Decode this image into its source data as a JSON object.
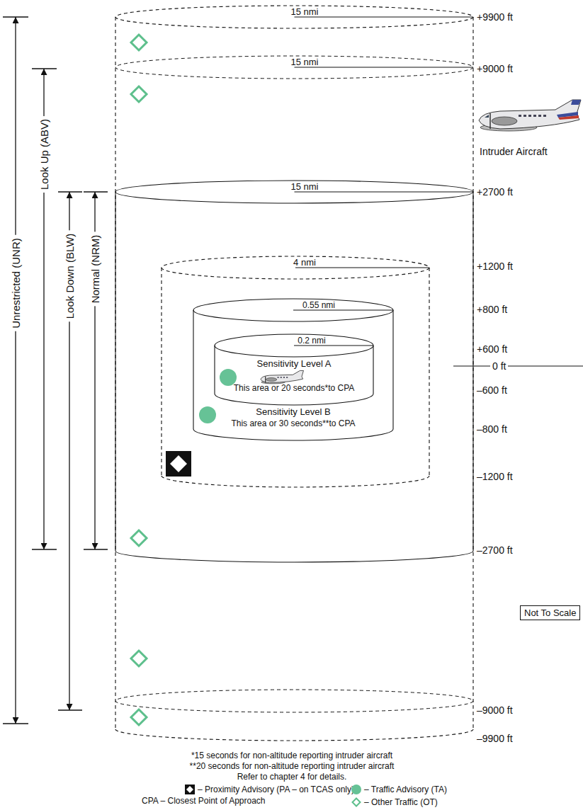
{
  "diagram": {
    "nodes": [
      {
        "text": [
          "15 nmi"
        ]
      },
      {
        "text": [
          "15 nmi"
        ],
        "in": 0
      },
      {
        "text": [
          "4 nmi"
        ],
        "in": 1
      },
      {
        "text": [
          "0.55 nmi",
          "Sensitivity Level B",
          "This area or 30 seconds**to CPA"
        ],
        "in": 2
      },
      {
        "text": [
          "0.2 nmi",
          "Sensitivity Level A",
          "This area or 20 seconds*to CPA"
        ],
        "in": 3
      }
    ],
    "labels": [
      "Unrestricted (UNR)",
      "Look Up (ABV)",
      "Look Down (BLW)",
      "Normal (NRM)",
      "+9900 ft",
      "+9000 ft",
      "15 nmi",
      "Intruder Aircraft",
      "+2700 ft",
      "+1200 ft",
      "+800 ft",
      "+600 ft",
      "0 ft",
      "–600 ft",
      "–800 ft",
      "–1200 ft",
      "–2700 ft",
      "Not To Scale",
      "–9000 ft",
      "–9900 ft",
      "*15 seconds for non-altitude reporting intruder aircraft",
      "**20 seconds for non-altitude reporting intruder aircraft",
      "Refer to chapter 4 for details.",
      "CPA – Closest Point of Approach"
    ],
    "legend": [
      {
        "text": "– Proximity Advisory (PA – on TCAS only)"
      },
      {
        "text": "– Traffic Advisory (TA)",
        "color": "#66c296"
      },
      {
        "text": "– Other Traffic (OT)"
      }
    ]
  }
}
